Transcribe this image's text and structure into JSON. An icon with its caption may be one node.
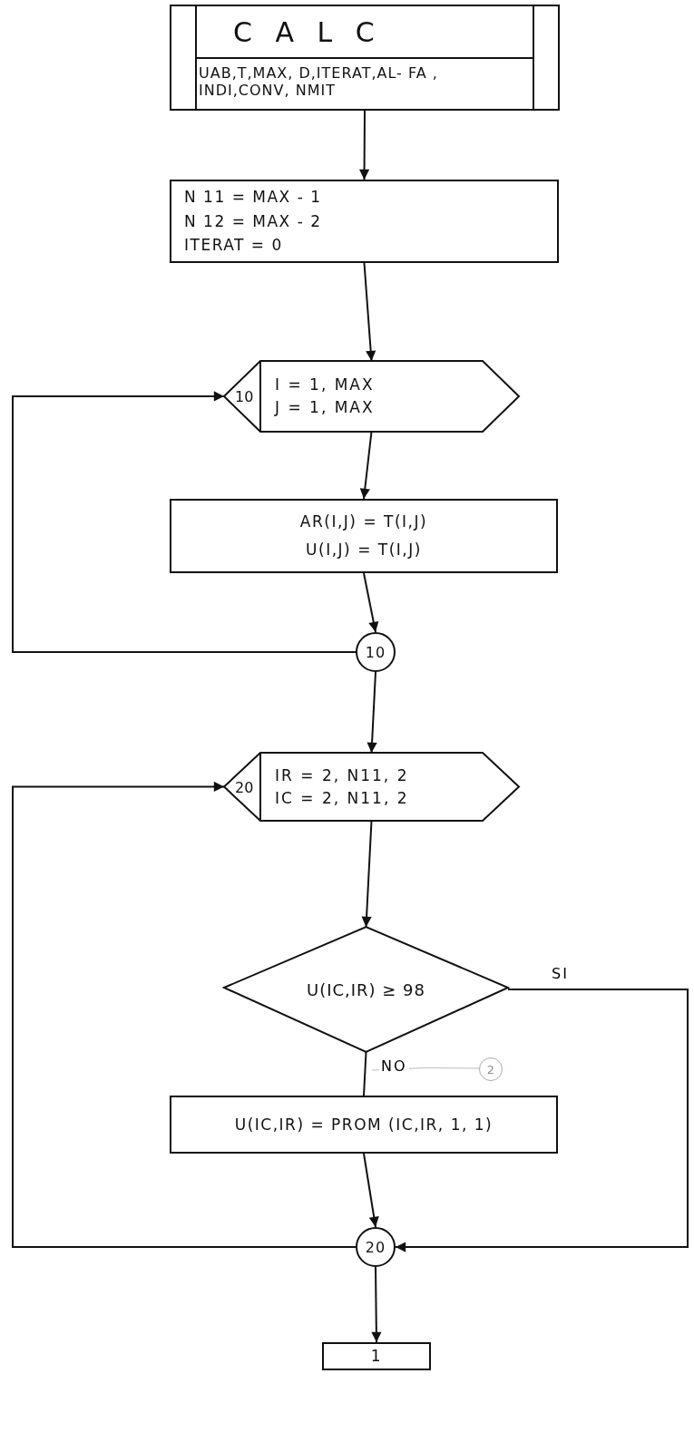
{
  "diagram": {
    "nodes": [
      {
        "text": [
          "C A L C",
          "UAB,T,MAX, D,ITERAT,AL- FA , INDI,CONV, NMIT"
        ]
      },
      {
        "text": [
          "N 11 = MAX - 1",
          "N 12 = MAX - 2",
          "ITERAT = 0"
        ]
      },
      {
        "text": [
          "10",
          "I = 1, MAX",
          "J = 1, MAX"
        ]
      },
      {
        "text": [
          "AR(I,J) = T(I,J)",
          "U(I,J) = T(I,J)"
        ]
      },
      {
        "text": [
          "10"
        ]
      },
      {
        "text": [
          "20",
          "IR = 2, N11, 2",
          "IC = 2, N11, 2"
        ]
      },
      {
        "text": [
          "U(IC,IR) ≥ 98"
        ]
      },
      {
        "text": [
          "U(IC,IR) = PROM (IC,IR, 1, 1)"
        ]
      },
      {
        "text": [
          "20"
        ]
      },
      {
        "text": [
          "1"
        ]
      }
    ],
    "edges": [
      {
        "from": 0,
        "to": 1,
        "arrow": "to"
      },
      {
        "from": 1,
        "to": 2,
        "arrow": "to"
      },
      {
        "from": 2,
        "to": 3,
        "arrow": "to"
      },
      {
        "from": 3,
        "to": 4,
        "arrow": "to"
      },
      {
        "from": 4,
        "to": 2,
        "arrow": "to"
      },
      {
        "from": 4,
        "to": 5,
        "arrow": "to"
      },
      {
        "from": 5,
        "to": 6,
        "arrow": "to"
      },
      {
        "from": 6,
        "to": 7,
        "arrow": "none",
        "label": "NO"
      },
      {
        "from": 6,
        "to": 8,
        "arrow": "to",
        "label": "SI"
      },
      {
        "from": 7,
        "to": 8,
        "arrow": "to"
      },
      {
        "from": 8,
        "to": 5,
        "arrow": "to"
      },
      {
        "from": 8,
        "to": 9,
        "arrow": "to"
      }
    ],
    "labels": [
      "2"
    ]
  }
}
